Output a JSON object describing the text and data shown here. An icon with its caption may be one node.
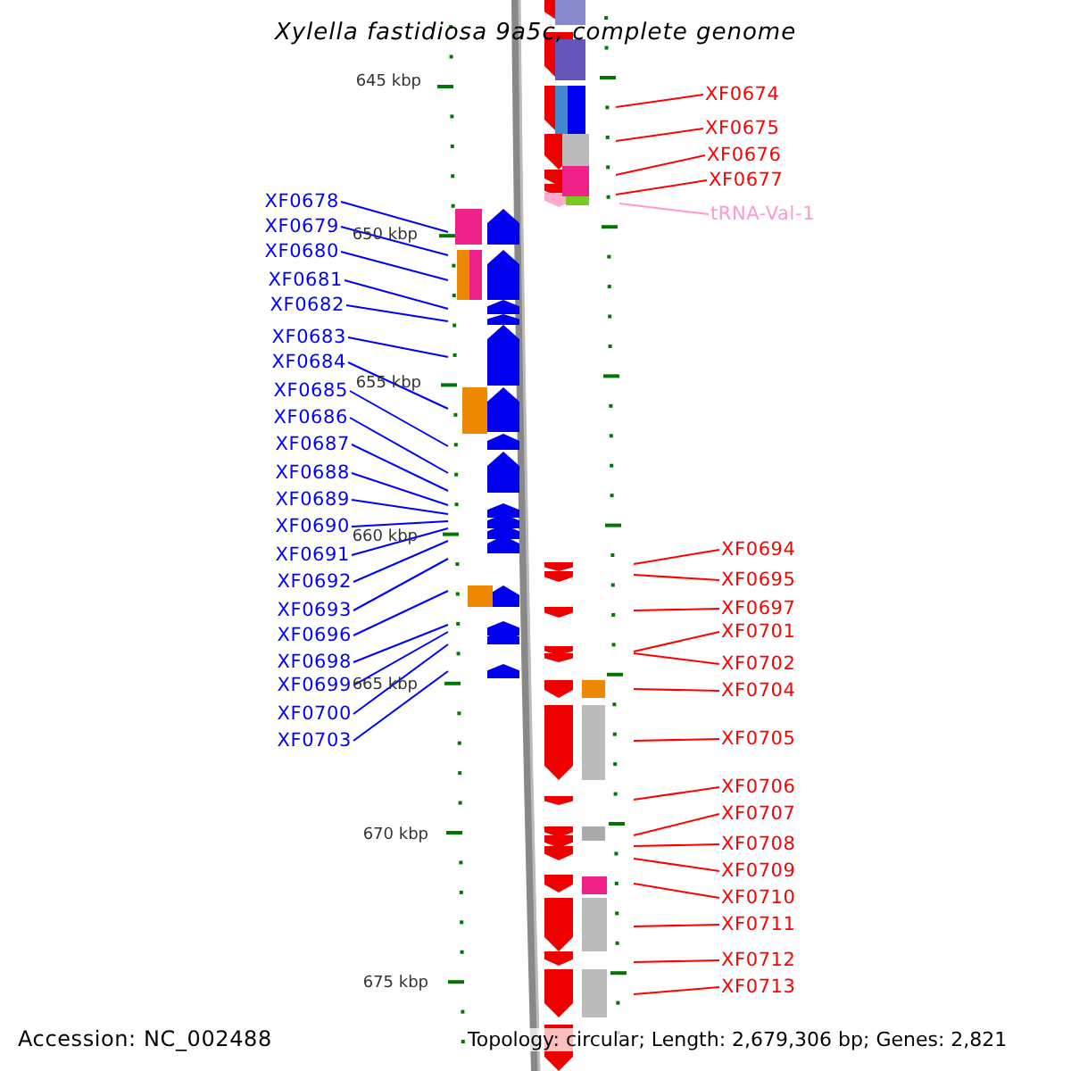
{
  "diagram": {
    "title": "Xylella fastidiosa 9a5c, complete genome",
    "nodes": [
      {
        "text": [
          "XF0674"
        ]
      },
      {
        "text": [
          "XF0675"
        ]
      },
      {
        "text": [
          "XF0676"
        ]
      },
      {
        "text": [
          "XF0677"
        ]
      },
      {
        "text": [
          "tRNA-Val-1"
        ]
      },
      {
        "text": [
          "XF0678"
        ]
      },
      {
        "text": [
          "XF0679"
        ]
      },
      {
        "text": [
          "XF0680"
        ]
      },
      {
        "text": [
          "XF0681"
        ]
      },
      {
        "text": [
          "XF0682"
        ]
      },
      {
        "text": [
          "XF0683"
        ]
      },
      {
        "text": [
          "XF0684"
        ]
      },
      {
        "text": [
          "XF0685"
        ]
      },
      {
        "text": [
          "XF0686"
        ]
      },
      {
        "text": [
          "XF0687"
        ]
      },
      {
        "text": [
          "XF0688"
        ]
      },
      {
        "text": [
          "XF0689"
        ]
      },
      {
        "text": [
          "XF0690"
        ]
      },
      {
        "text": [
          "XF0691"
        ]
      },
      {
        "text": [
          "XF0692"
        ]
      },
      {
        "text": [
          "XF0693"
        ]
      },
      {
        "text": [
          "XF0696"
        ]
      },
      {
        "text": [
          "XF0698"
        ]
      },
      {
        "text": [
          "XF0699"
        ]
      },
      {
        "text": [
          "XF0700"
        ]
      },
      {
        "text": [
          "XF0703"
        ]
      },
      {
        "text": [
          "XF0694"
        ]
      },
      {
        "text": [
          "XF0695"
        ]
      },
      {
        "text": [
          "XF0697"
        ]
      },
      {
        "text": [
          "XF0701"
        ]
      },
      {
        "text": [
          "XF0702"
        ]
      },
      {
        "text": [
          "XF0704"
        ]
      },
      {
        "text": [
          "XF0705"
        ]
      },
      {
        "text": [
          "XF0706"
        ]
      },
      {
        "text": [
          "XF0707"
        ]
      },
      {
        "text": [
          "XF0708"
        ]
      },
      {
        "text": [
          "XF0709"
        ]
      },
      {
        "text": [
          "XF0710"
        ]
      },
      {
        "text": [
          "XF0711"
        ]
      },
      {
        "text": [
          "XF0712"
        ]
      },
      {
        "text": [
          "XF0713"
        ]
      }
    ],
    "edges": [
      {
        "from": 0,
        "to": null,
        "arrow": "none",
        "color": "#ff0000"
      },
      {
        "from": 1,
        "to": null,
        "arrow": "none",
        "color": "#ff0000"
      },
      {
        "from": 2,
        "to": null,
        "arrow": "none",
        "color": "#ff0000"
      },
      {
        "from": 3,
        "to": null,
        "arrow": "none",
        "color": "#ff0000"
      },
      {
        "from": 4,
        "to": null,
        "arrow": "none",
        "color": "#ff99cc"
      },
      {
        "from": 5,
        "to": null,
        "arrow": "none"
      },
      {
        "from": 6,
        "to": null,
        "arrow": "none"
      },
      {
        "from": 7,
        "to": null,
        "arrow": "none"
      },
      {
        "from": 8,
        "to": null,
        "arrow": "none"
      },
      {
        "from": 9,
        "to": null,
        "arrow": "none"
      },
      {
        "from": 10,
        "to": null,
        "arrow": "none"
      },
      {
        "from": 11,
        "to": null,
        "arrow": "none"
      },
      {
        "from": 12,
        "to": null,
        "arrow": "none"
      },
      {
        "from": 13,
        "to": null,
        "arrow": "none"
      },
      {
        "from": 14,
        "to": null,
        "arrow": "none"
      },
      {
        "from": 15,
        "to": null,
        "arrow": "none"
      },
      {
        "from": 16,
        "to": null,
        "arrow": "none"
      },
      {
        "from": 17,
        "to": null,
        "arrow": "none"
      },
      {
        "from": 18,
        "to": null,
        "arrow": "none"
      },
      {
        "from": 19,
        "to": null,
        "arrow": "none"
      },
      {
        "from": 20,
        "to": null,
        "arrow": "none"
      },
      {
        "from": 21,
        "to": null,
        "arrow": "none"
      },
      {
        "from": 22,
        "to": null,
        "arrow": "none"
      },
      {
        "from": 23,
        "to": null,
        "arrow": "none"
      },
      {
        "from": 24,
        "to": null,
        "arrow": "none"
      },
      {
        "from": 25,
        "to": null,
        "arrow": "none"
      },
      {
        "from": 26,
        "to": null,
        "arrow": "none",
        "color": "#ff0000"
      },
      {
        "from": 27,
        "to": null,
        "arrow": "none",
        "color": "#ff0000"
      },
      {
        "from": 28,
        "to": null,
        "arrow": "none",
        "color": "#ff0000"
      },
      {
        "from": 29,
        "to": null,
        "arrow": "none",
        "color": "#ff0000"
      },
      {
        "from": 30,
        "to": null,
        "arrow": "none",
        "color": "#ff0000"
      },
      {
        "from": 31,
        "to": null,
        "arrow": "none",
        "color": "#ff0000"
      },
      {
        "from": 32,
        "to": null,
        "arrow": "none",
        "color": "#ff0000"
      },
      {
        "from": 33,
        "to": null,
        "arrow": "none",
        "color": "#ff0000"
      },
      {
        "from": 34,
        "to": null,
        "arrow": "none",
        "color": "#ff0000"
      },
      {
        "from": 35,
        "to": null,
        "arrow": "none",
        "color": "#ff0000"
      },
      {
        "from": 36,
        "to": null,
        "arrow": "none",
        "color": "#ff0000"
      },
      {
        "from": 37,
        "to": null,
        "arrow": "none",
        "color": "#ff0000"
      },
      {
        "from": 38,
        "to": null,
        "arrow": "none",
        "color": "#ff0000"
      },
      {
        "from": 39,
        "to": null,
        "arrow": "none",
        "color": "#ff0000"
      },
      {
        "from": 40,
        "to": null,
        "arrow": "none",
        "color": "#ff0000"
      }
    ],
    "labels": [
      "645 kbp",
      "650 kbp",
      "655 kbp",
      "660 kbp",
      "665 kbp",
      "670 kbp",
      "675 kbp",
      "Accession: NC_002488",
      "Topology: circular; Length: 2,679,306 bp; Genes: 2,821"
    ]
  }
}
